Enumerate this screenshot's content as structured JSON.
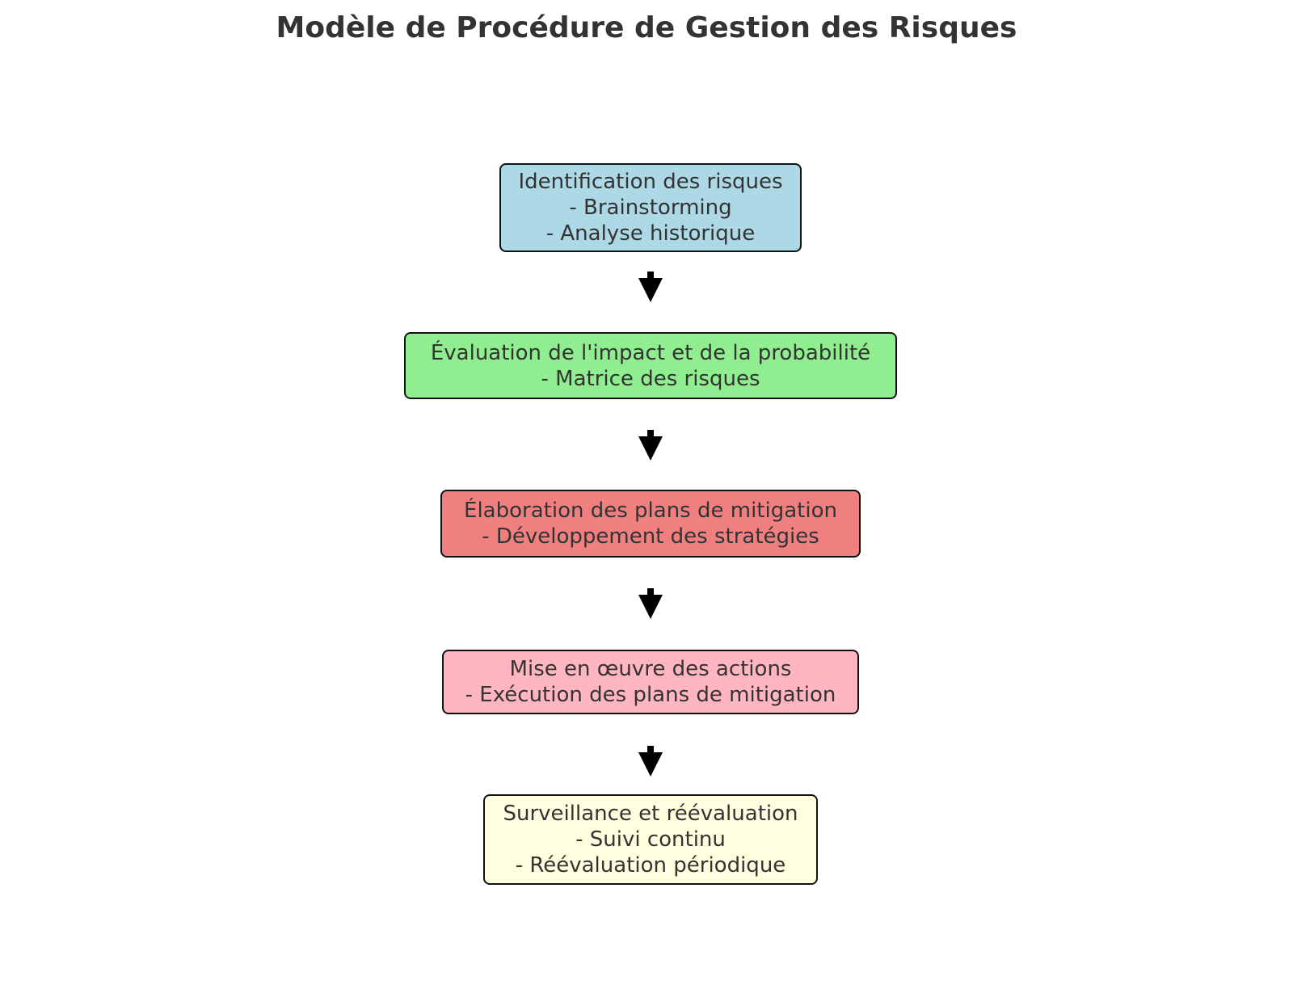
{
  "title": "Modèle de Procédure de Gestion des Risques",
  "steps": [
    {
      "fill": "#add8e6",
      "lines": [
        "Identification des risques",
        "- Brainstorming",
        "- Analyse historique"
      ]
    },
    {
      "fill": "#90ee90",
      "lines": [
        "Évaluation de l'impact et de la probabilité",
        "- Matrice des risques"
      ]
    },
    {
      "fill": "#f08080",
      "lines": [
        "Élaboration des plans de mitigation",
        "- Développement des stratégies"
      ]
    },
    {
      "fill": "#ffb6c1",
      "lines": [
        "Mise en œuvre des actions",
        "- Exécution des plans de mitigation"
      ]
    },
    {
      "fill": "#ffffe0",
      "lines": [
        "Surveillance et réévaluation",
        "- Suivi continu",
        "- Réévaluation périodique"
      ]
    }
  ],
  "arrow_color": "#000000"
}
